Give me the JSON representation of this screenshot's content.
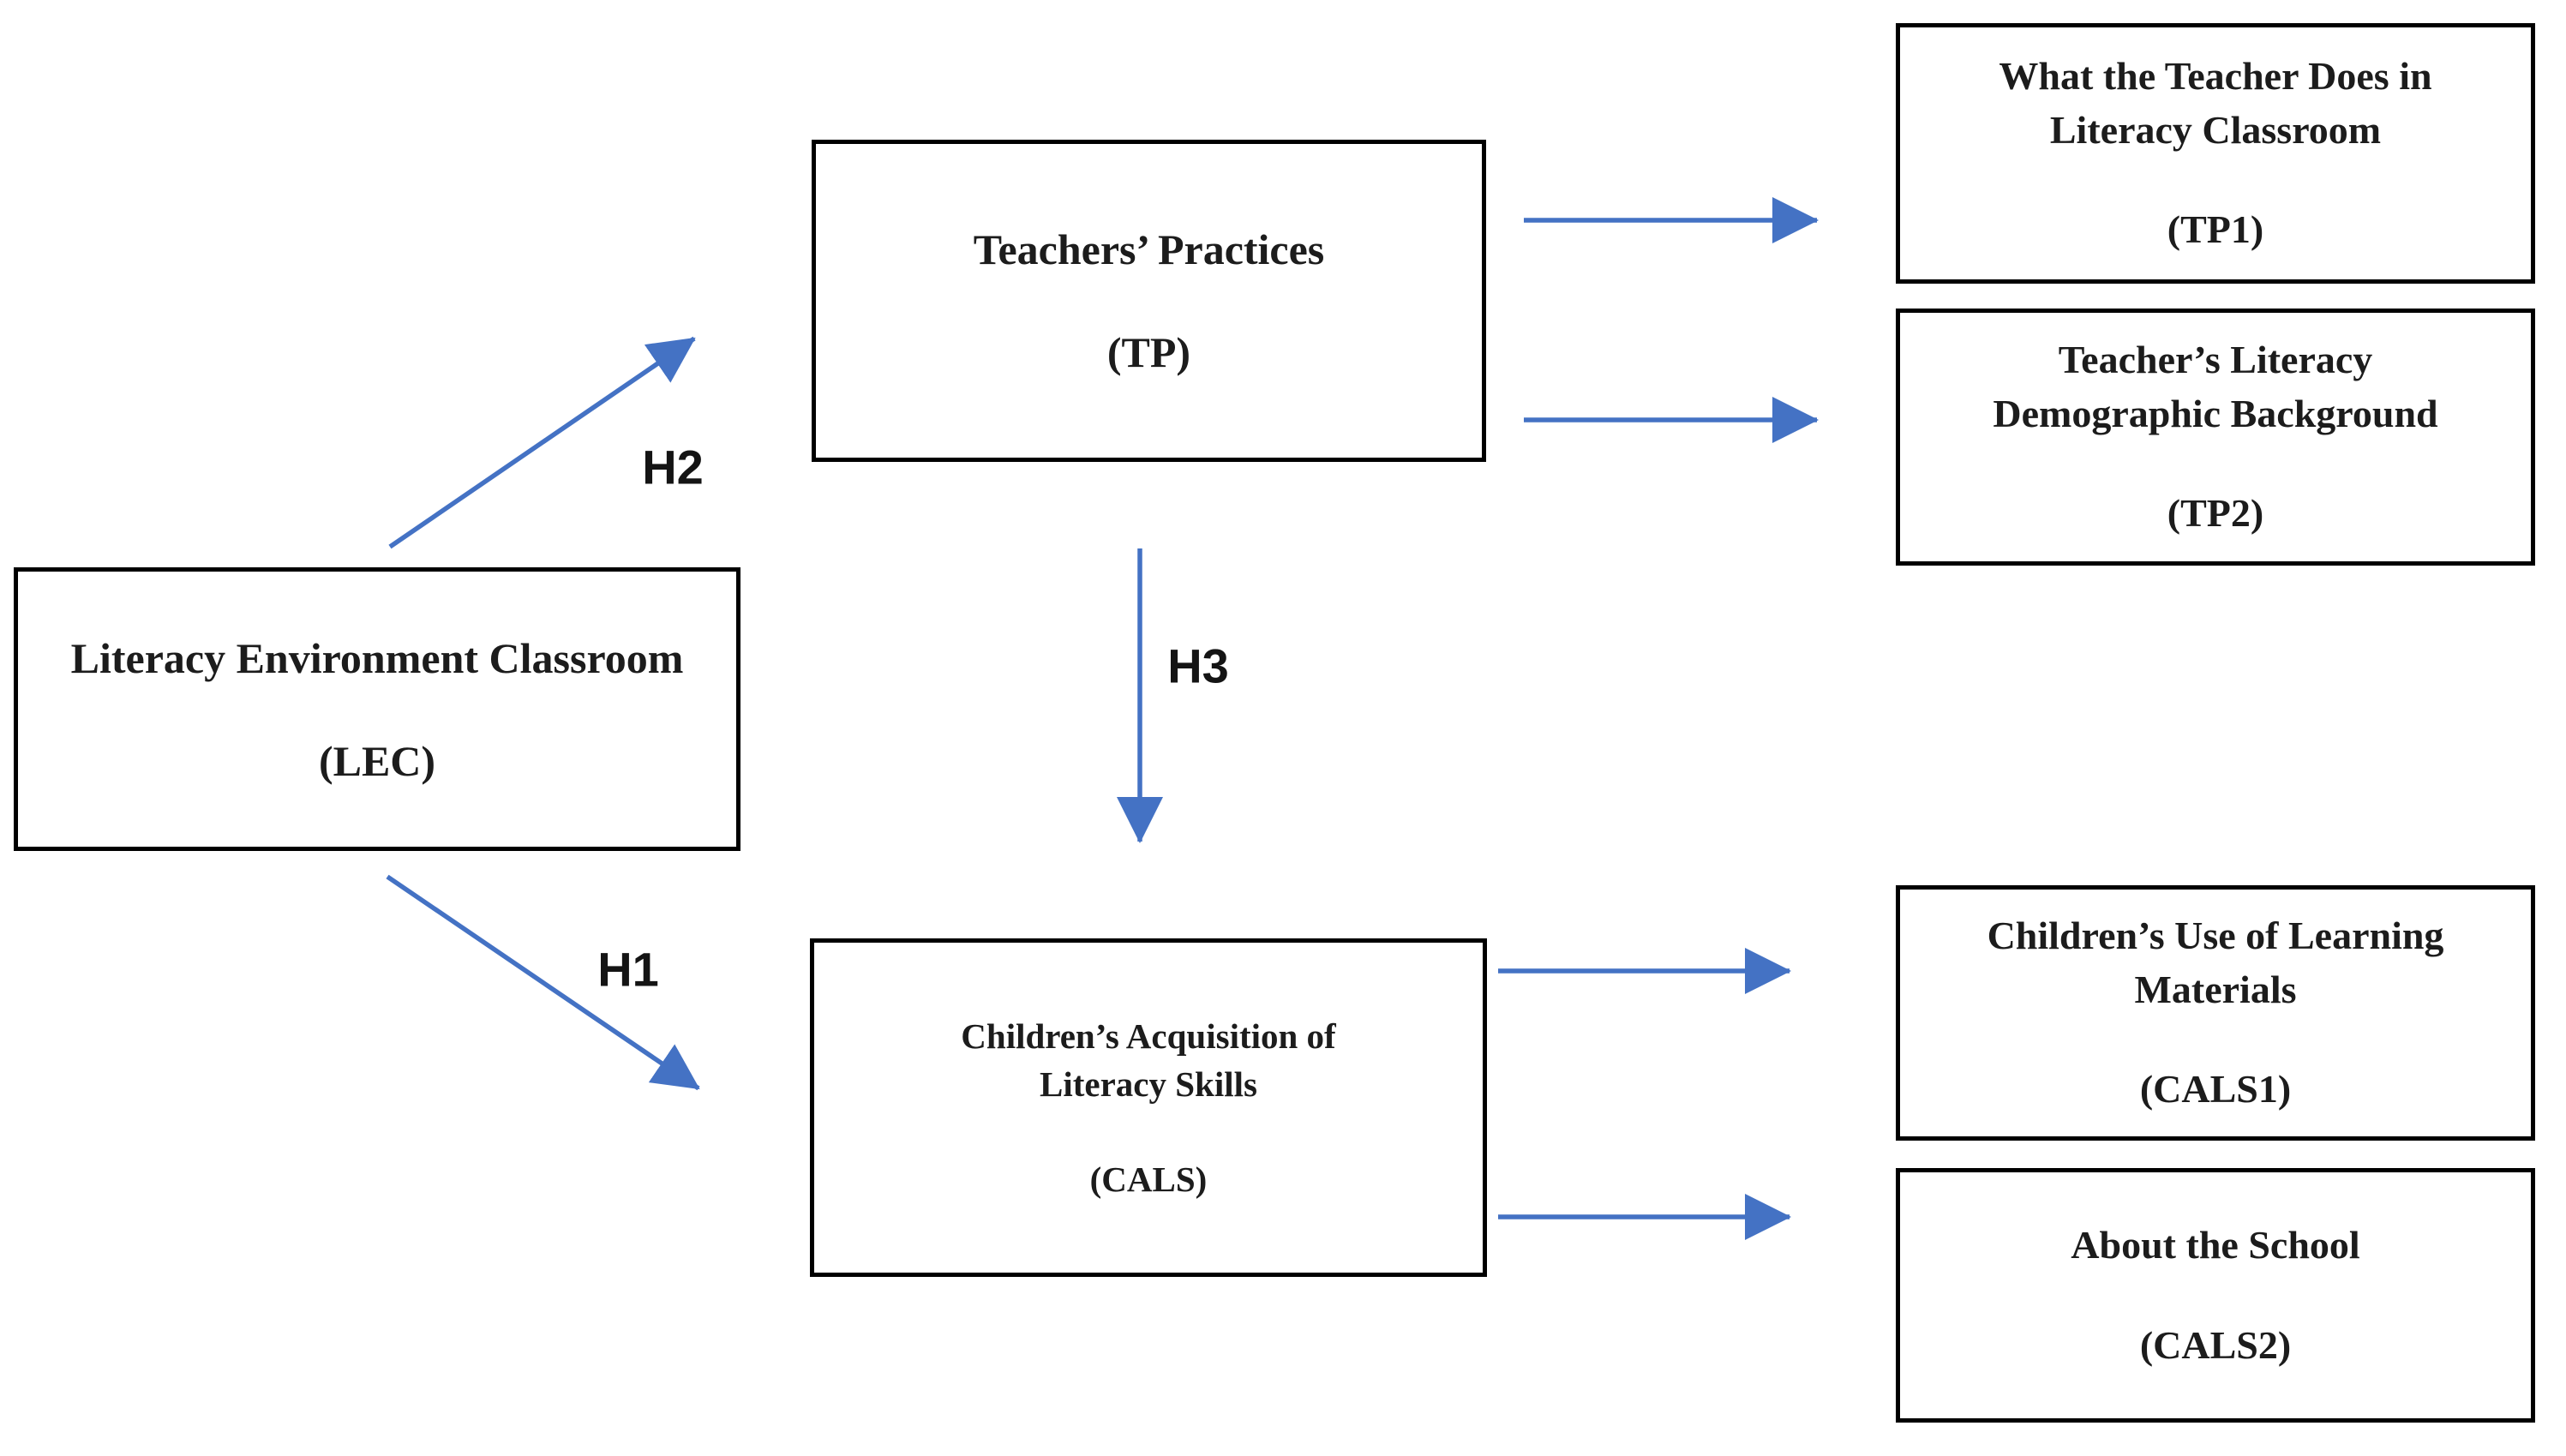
{
  "figure": {
    "type": "conceptual-model-diagram"
  },
  "nodes": {
    "lec": {
      "title": "Literacy Environment Classroom",
      "code": "(LEC)"
    },
    "tp": {
      "title": "Teachers’ Practices",
      "code": "(TP)"
    },
    "cals": {
      "title_line1": "Children’s Acquisition of",
      "title_line2": "Literacy Skills",
      "code": "(CALS)"
    },
    "tp1": {
      "title_line1": "What the Teacher Does in",
      "title_line2": "Literacy Classroom",
      "code": "(TP1)"
    },
    "tp2": {
      "title_line1": "Teacher’s Literacy",
      "title_line2": "Demographic Background",
      "code": "(TP2)"
    },
    "cals1": {
      "title_line1": "Children’s Use of Learning",
      "title_line2": "Materials",
      "code": "(CALS1)"
    },
    "cals2": {
      "title": "About the School",
      "code": "(CALS2)"
    }
  },
  "edges": [
    {
      "from": "LEC",
      "to": "TP",
      "label": "H2"
    },
    {
      "from": "LEC",
      "to": "CALS",
      "label": "H1"
    },
    {
      "from": "TP",
      "to": "CALS",
      "label": "H3"
    },
    {
      "from": "TP",
      "to": "TP1",
      "label": ""
    },
    {
      "from": "TP",
      "to": "TP2",
      "label": ""
    },
    {
      "from": "CALS",
      "to": "CALS1",
      "label": ""
    },
    {
      "from": "CALS",
      "to": "CALS2",
      "label": ""
    }
  ],
  "colors": {
    "arrow": "#4472C4",
    "border": "#000000",
    "text": "#1C1C1C",
    "label": "#141414",
    "background": "#FFFFFF"
  }
}
